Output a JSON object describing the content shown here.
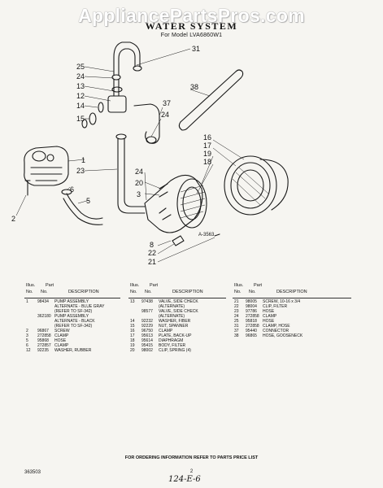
{
  "watermark": "AppliancePartsPros.com",
  "title": "WATER SYSTEM",
  "subtitle": "For Model LVA6860W1",
  "diagram": {
    "ref_code": "A-3563",
    "callouts": [
      "25",
      "24",
      "13",
      "12",
      "14",
      "15",
      "1",
      "23",
      "2",
      "5",
      "6",
      "31",
      "38",
      "37",
      "24",
      "16",
      "17",
      "19",
      "18",
      "24",
      "20",
      "3",
      "8",
      "22",
      "21"
    ]
  },
  "parts_table": {
    "headers": {
      "illus": "Illus.",
      "part": "Part",
      "no": "No.",
      "part_no": "No.",
      "description": "DESCRIPTION"
    },
    "columns": [
      [
        {
          "no": "1",
          "part": "98434",
          "desc": "PUMP ASSEMBLY"
        },
        {
          "no": "",
          "part": "",
          "desc": "ALTERNATE - BLUE GRAY"
        },
        {
          "no": "",
          "part": "",
          "desc": "(REFER TO SF-342)"
        },
        {
          "no": "",
          "part": "362180",
          "desc": "PUMP ASSEMBLY"
        },
        {
          "no": "",
          "part": "",
          "desc": "ALTERNATE - BLACK"
        },
        {
          "no": "",
          "part": "",
          "desc": "(REFER TO SF-342)"
        },
        {
          "no": "2",
          "part": "96867",
          "desc": "SCREW"
        },
        {
          "no": "3",
          "part": "272858",
          "desc": "CLAMP"
        },
        {
          "no": "5",
          "part": "95868",
          "desc": "HOSE"
        },
        {
          "no": "6",
          "part": "272857",
          "desc": "CLAMP"
        },
        {
          "no": "12",
          "part": "92235",
          "desc": "WASHER, RUBBER"
        }
      ],
      [
        {
          "no": "13",
          "part": "97438",
          "desc": "VALVE, SIDE CHECK"
        },
        {
          "no": "",
          "part": "",
          "desc": "(ALTERNATE)"
        },
        {
          "no": "",
          "part": "98577",
          "desc": "VALVE, SIDE CHECK"
        },
        {
          "no": "",
          "part": "",
          "desc": "(ALTERNATE)"
        },
        {
          "no": "14",
          "part": "92232",
          "desc": "WASHER, FIBER"
        },
        {
          "no": "15",
          "part": "92229",
          "desc": "NUT, SPANNER"
        },
        {
          "no": "16",
          "part": "96750",
          "desc": "CLAMP"
        },
        {
          "no": "17",
          "part": "95613",
          "desc": "PLATE, BACK-UP"
        },
        {
          "no": "18",
          "part": "95614",
          "desc": "DIAPHRAGM"
        },
        {
          "no": "19",
          "part": "95415",
          "desc": "BODY, FILTER"
        },
        {
          "no": "20",
          "part": "98002",
          "desc": "CLIP, SPRING (4)"
        }
      ],
      [
        {
          "no": "21",
          "part": "98005",
          "desc": "SCREW, 10-16 x 3/4"
        },
        {
          "no": "22",
          "part": "98004",
          "desc": "CLIP, FILTER"
        },
        {
          "no": "23",
          "part": "97786",
          "desc": "HOSE"
        },
        {
          "no": "24",
          "part": "272858",
          "desc": "CLAMP"
        },
        {
          "no": "25",
          "part": "95818",
          "desc": "HOSE"
        },
        {
          "no": "31",
          "part": "272858",
          "desc": "CLAMP, HOSE"
        },
        {
          "no": "37",
          "part": "95440",
          "desc": "CONNECTOR"
        },
        {
          "no": "38",
          "part": "96865",
          "desc": "HOSE, GOOSENECK"
        }
      ]
    ]
  },
  "footer_note": "FOR ORDERING INFORMATION REFER TO PARTS PRICE LIST",
  "doc_number": "363503",
  "page_number": "2",
  "handwritten_note": "124-E-6"
}
